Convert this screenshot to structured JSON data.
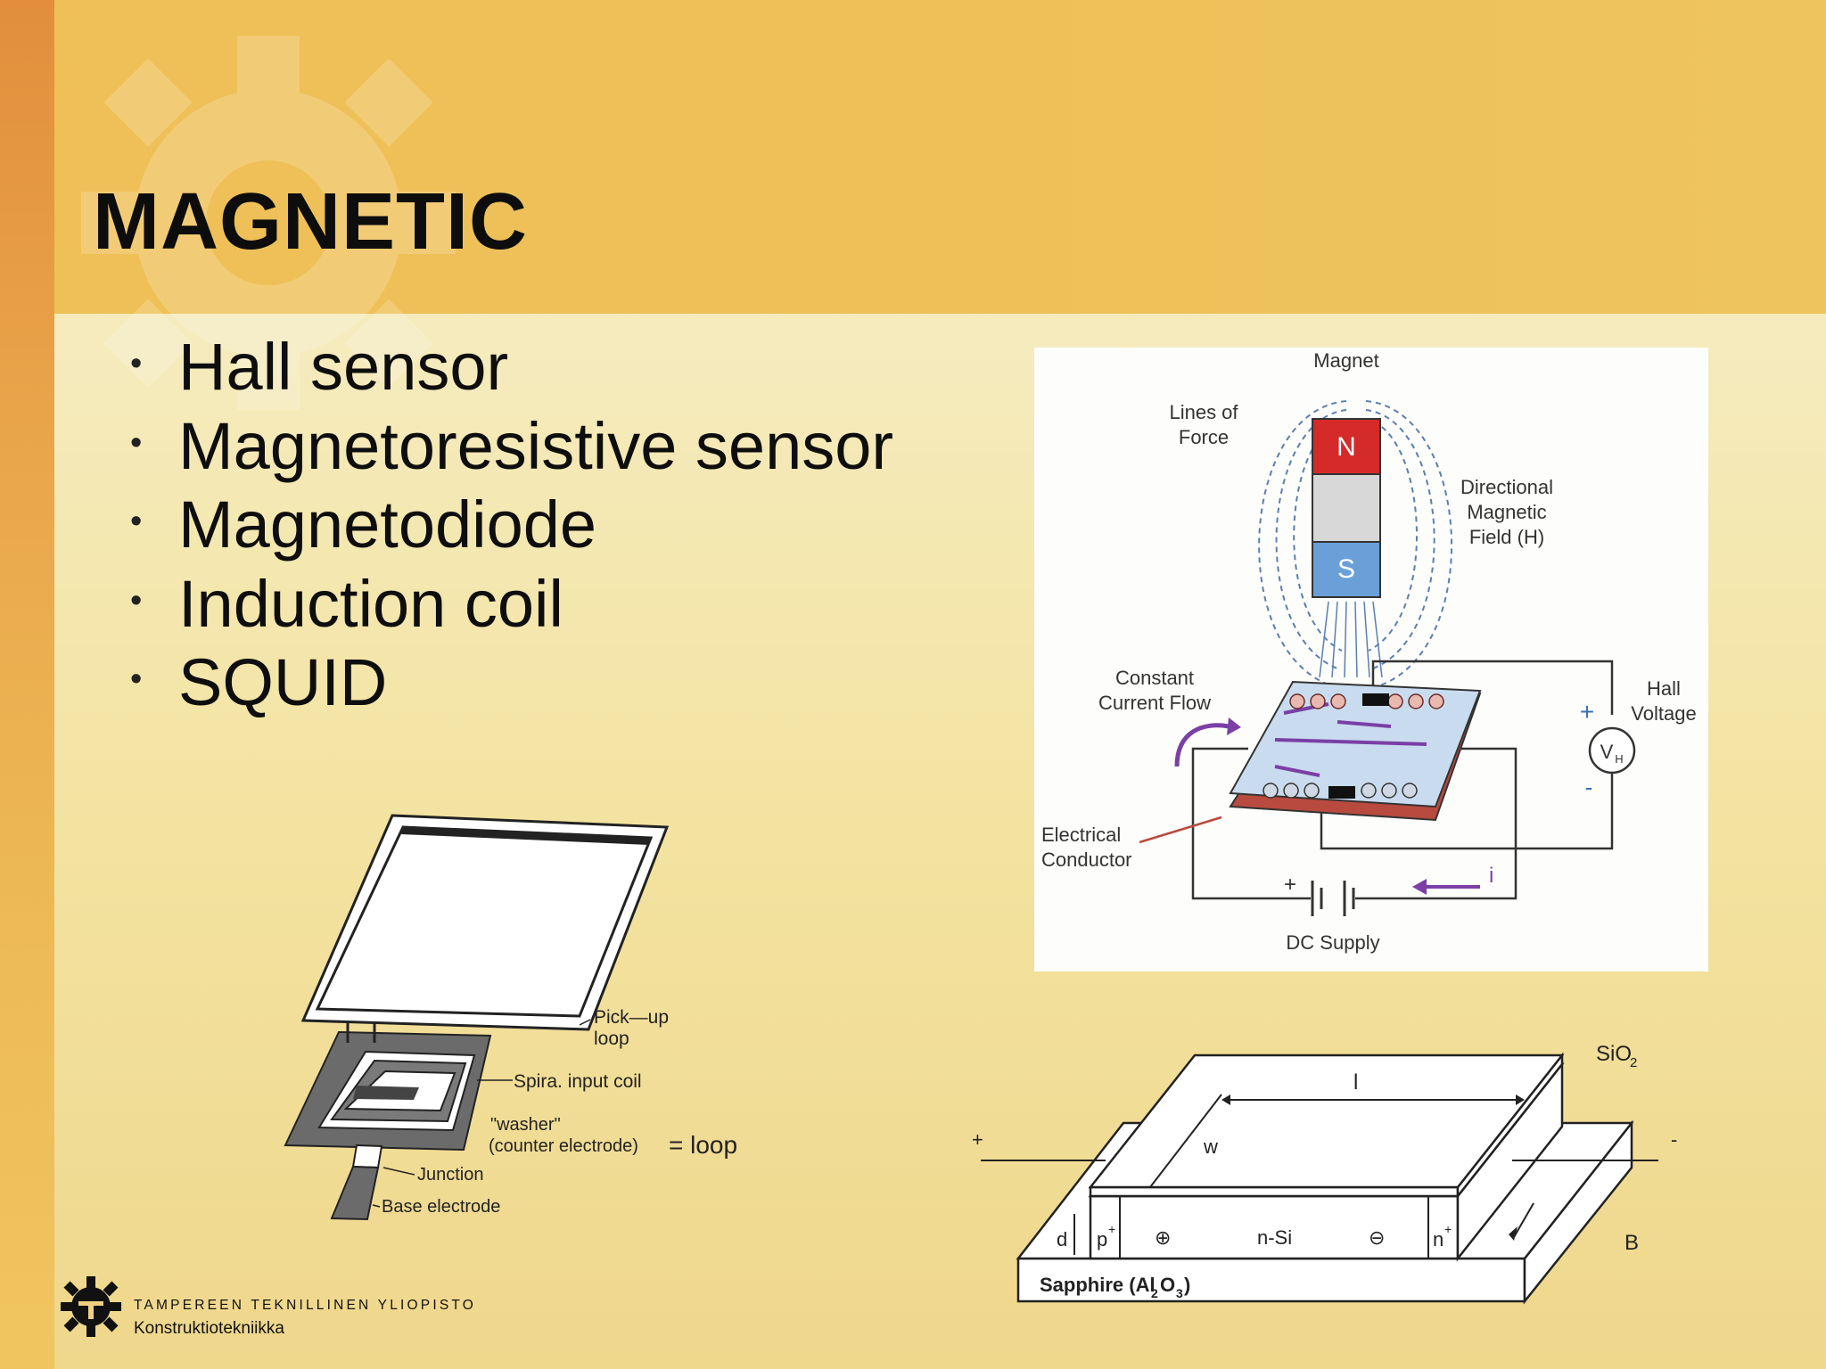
{
  "slide": {
    "title": "MAGNETIC",
    "bullets": [
      "Hall sensor",
      "Magnetoresistive sensor",
      "Magnetodiode",
      "Induction coil",
      "SQUID"
    ]
  },
  "hall_figure": {
    "magnet": "Magnet",
    "lines_of_force_1": "Lines of",
    "lines_of_force_2": "Force",
    "pole_n": "N",
    "pole_s": "S",
    "directional_1": "Directional",
    "directional_2": "Magnetic",
    "directional_3": "Field (H)",
    "constant_1": "Constant",
    "constant_2": "Current Flow",
    "hall_1": "Hall",
    "hall_2": "Voltage",
    "plus": "+",
    "minus": "-",
    "vh": "V",
    "vh_sub": "H",
    "electrical_1": "Electrical",
    "electrical_2": "Conductor",
    "dc_supply": "DC Supply",
    "current_i": "i",
    "supply_plus": "+"
  },
  "squid_figure": {
    "pickup_1": "Pick—up",
    "pickup_2": "loop",
    "spiral": "Spira. input coil",
    "washer_1": "\"washer\"",
    "washer_2": "(counter electrode)",
    "eq_loop": "= loop",
    "junction": "Junction",
    "base": "Base electrode"
  },
  "diode_figure": {
    "sio2": "SiO",
    "sio2_sub": "2",
    "l": "l",
    "w": "w",
    "d": "d",
    "p": "p",
    "p_sup": "+",
    "n_si": "n-Si",
    "n": "n",
    "n_sup": "+",
    "plus": "+",
    "minus": "-",
    "b": "B",
    "sapphire": "Sapphire (Al",
    "sapphire_sub1": "2",
    "sapphire_mid": "O",
    "sapphire_sub2": "3",
    "sapphire_end": ")",
    "hole": "⊕",
    "electron": "⊖"
  },
  "footer": {
    "university": "TAMPEREEN TEKNILLINEN YLIOPISTO",
    "department": "Konstruktiotekniikka"
  },
  "colors": {
    "header": "#eec058",
    "left_band": "#e28e3c",
    "magnet_n": "#d42a2a",
    "magnet_s": "#6a9fd8",
    "conductor": "#b94a3f",
    "current_arrow": "#7b3fa6"
  }
}
